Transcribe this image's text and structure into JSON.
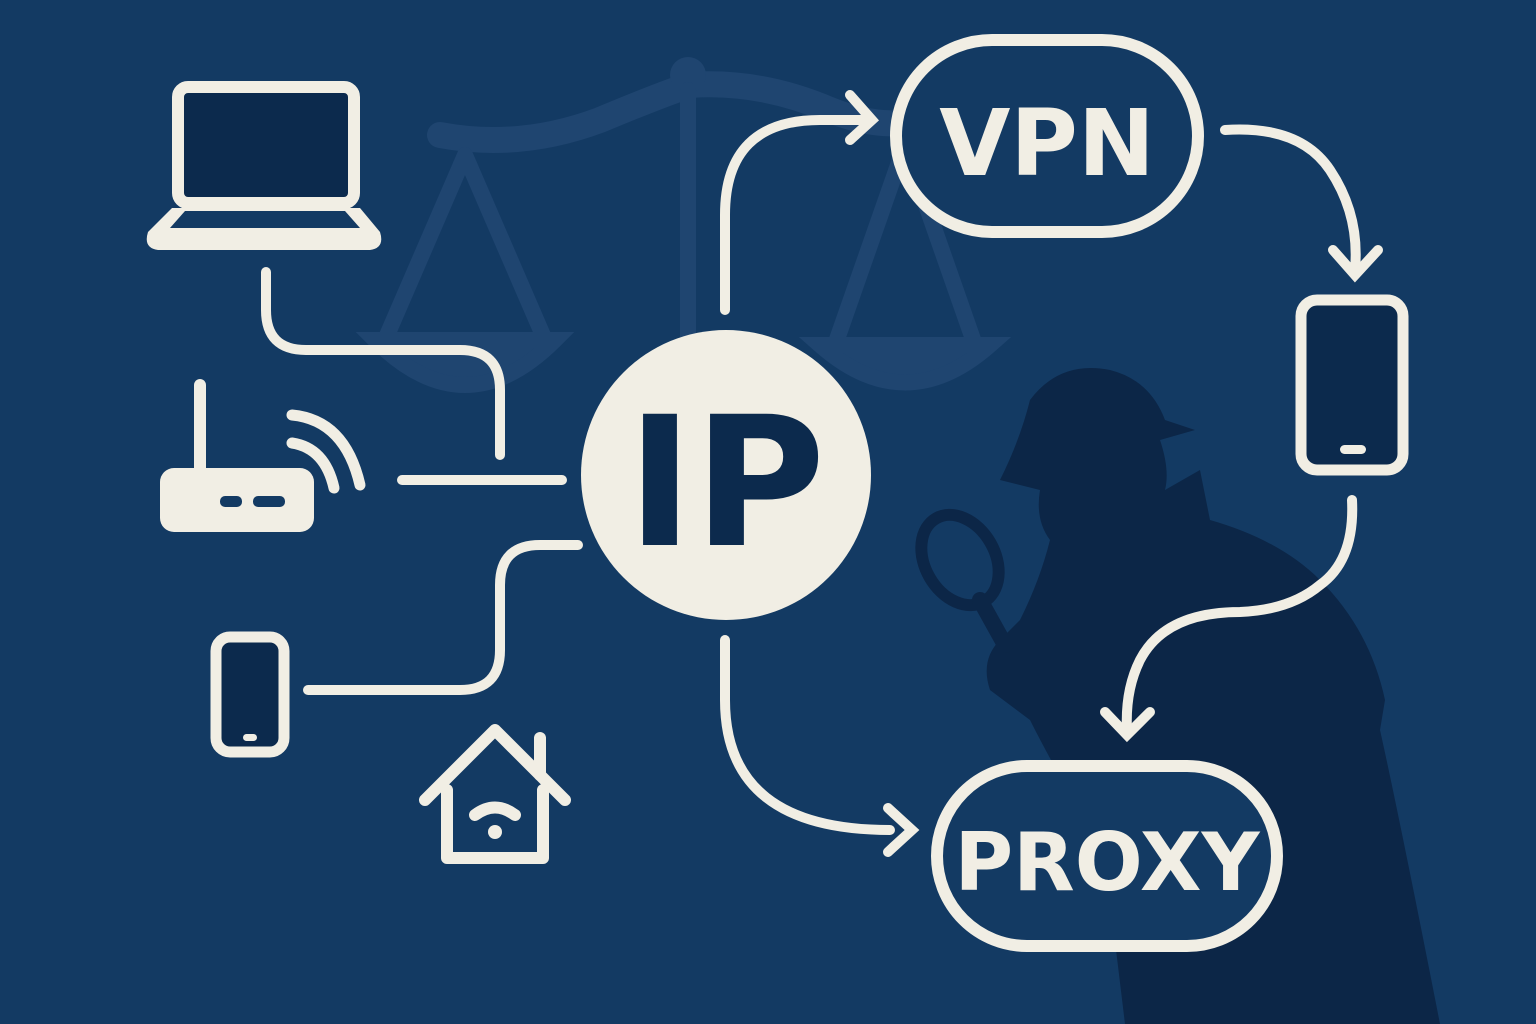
{
  "colors": {
    "background": "#133a63",
    "foreground": "#f1eee4",
    "dark_fill": "#0c2a4d",
    "watermark": "#1f4570",
    "silhouette": "#0c2647"
  },
  "center_node": {
    "label": "IP"
  },
  "nodes": {
    "vpn": {
      "label": "VPN"
    },
    "proxy": {
      "label": "PROXY"
    }
  },
  "icons": [
    {
      "name": "laptop-icon"
    },
    {
      "name": "router-icon"
    },
    {
      "name": "smartphone-icon"
    },
    {
      "name": "smart-home-icon"
    },
    {
      "name": "mobile-device-icon"
    },
    {
      "name": "scales-of-justice-icon"
    },
    {
      "name": "detective-silhouette-icon"
    }
  ]
}
